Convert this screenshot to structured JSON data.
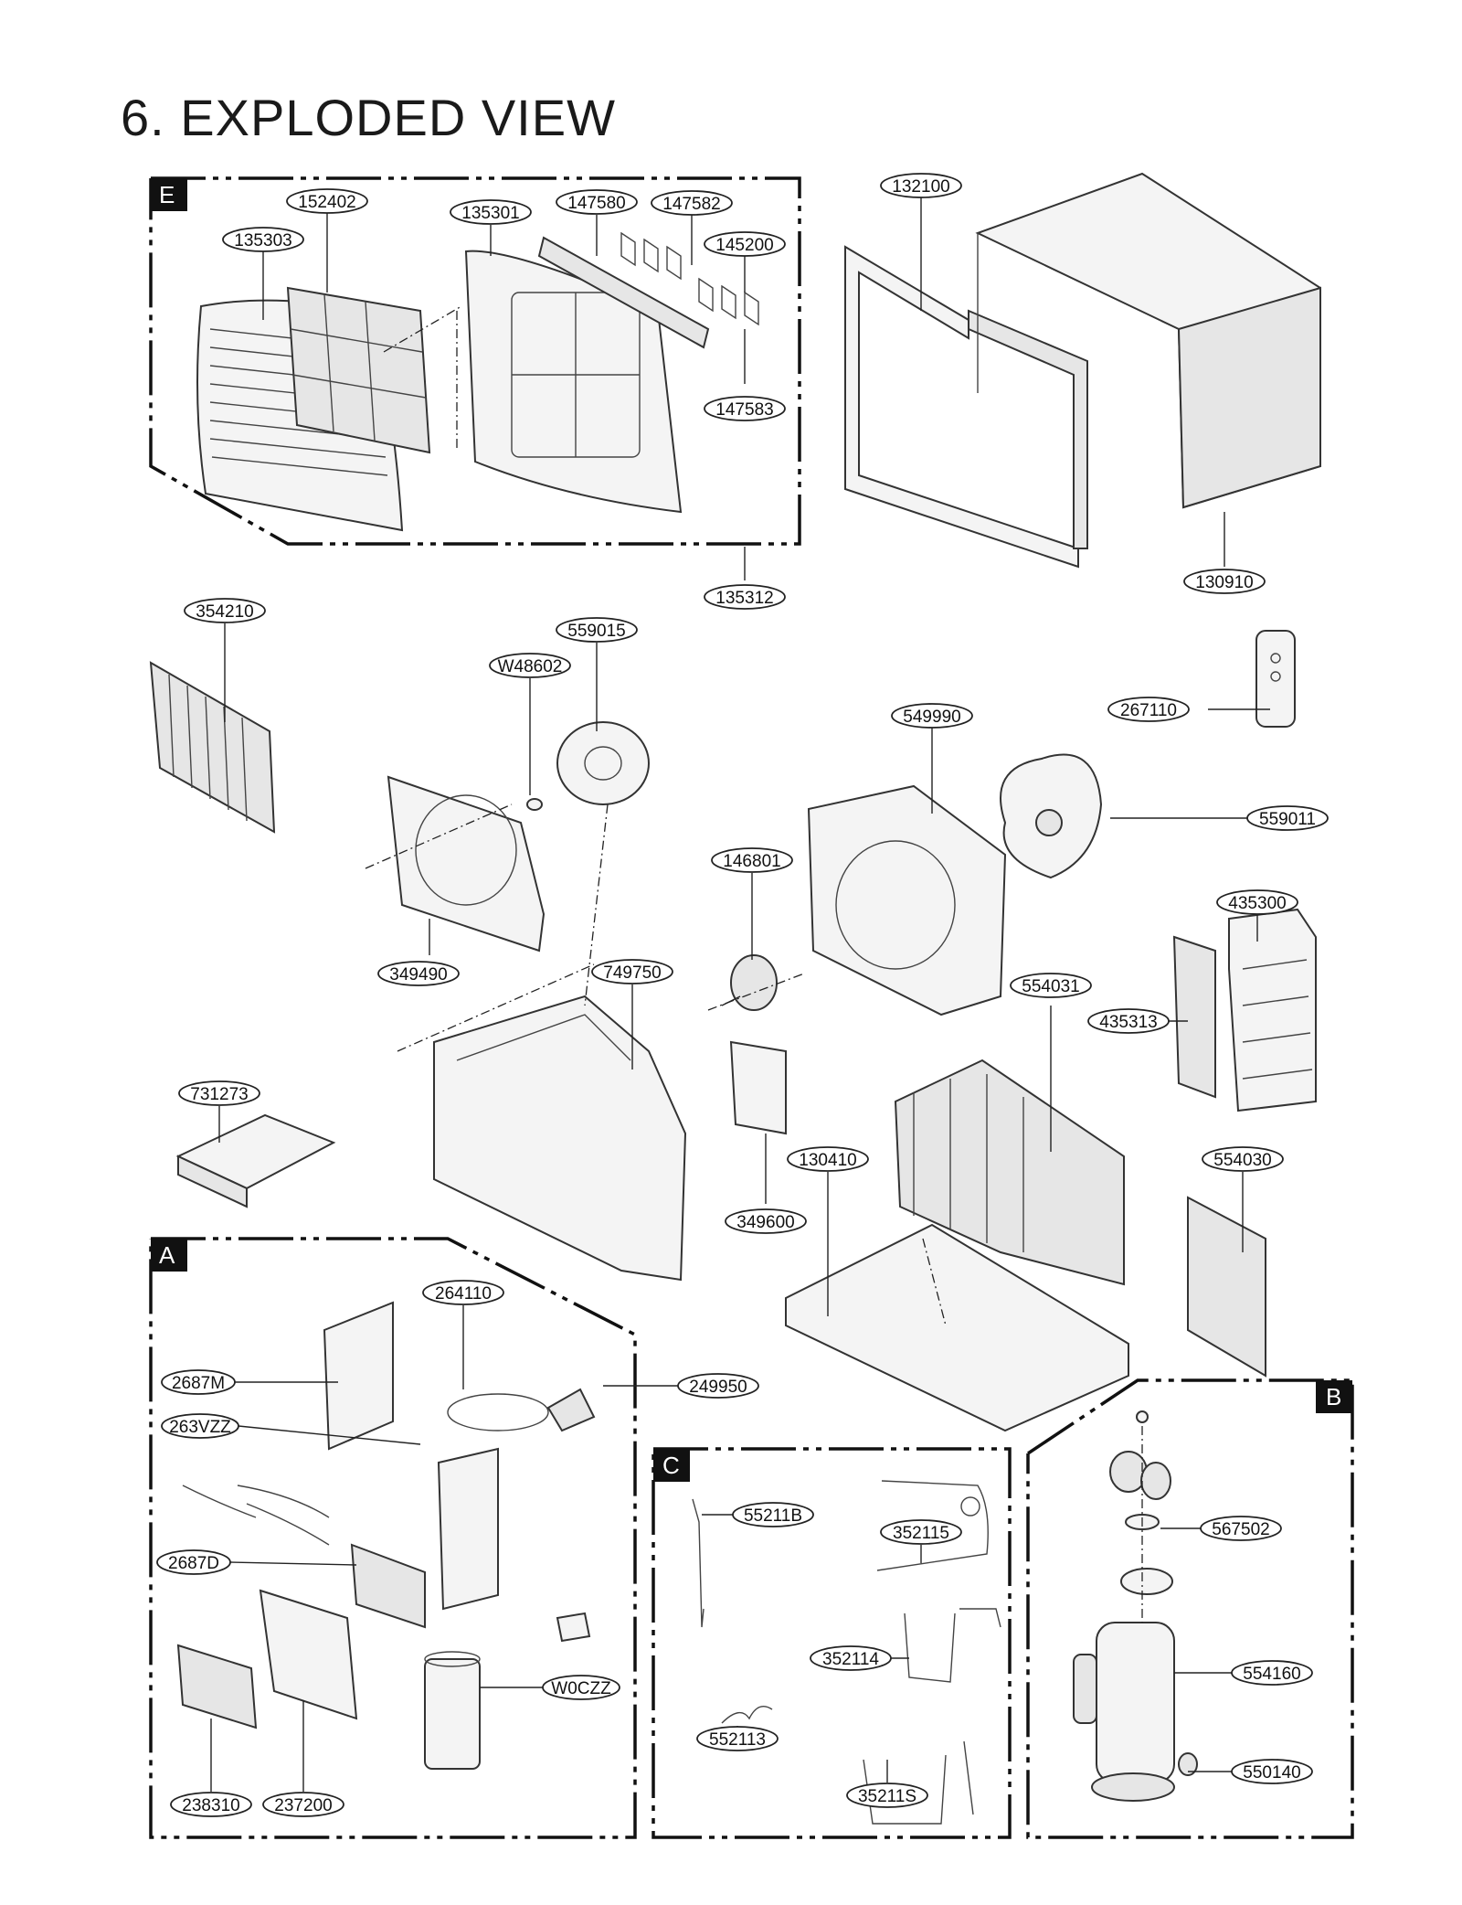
{
  "title": "6. EXPLODED VIEW",
  "sections": {
    "E": "E",
    "A": "A",
    "B": "B",
    "C": "C"
  },
  "parts": {
    "p152402": "152402",
    "p135301": "135301",
    "p147580": "147580",
    "p147582": "147582",
    "p135303": "135303",
    "p145200": "145200",
    "p147583": "147583",
    "p135312": "135312",
    "p132100": "132100",
    "p130910": "130910",
    "p354210": "354210",
    "p559015": "559015",
    "pW48602": "W48602",
    "p267110": "267110",
    "p549990": "549990",
    "p559011": "559011",
    "p146801": "146801",
    "p435300": "435300",
    "p749750": "749750",
    "p554031": "554031",
    "p349490": "349490",
    "p435313": "435313",
    "p731273": "731273",
    "p130410": "130410",
    "p554030": "554030",
    "p349600": "349600",
    "p264110": "264110",
    "p2687M": "2687M",
    "p249950": "249950",
    "p263VZZ": "263VZZ",
    "p55211B": "55211B",
    "p567502": "567502",
    "p352115": "352115",
    "p2687D": "2687D",
    "p352114": "352114",
    "p554160": "554160",
    "pW0CZZ": "W0CZZ",
    "p552113": "552113",
    "p35211S": "35211S",
    "p550140": "550140",
    "p238310": "238310",
    "p237200": "237200"
  }
}
